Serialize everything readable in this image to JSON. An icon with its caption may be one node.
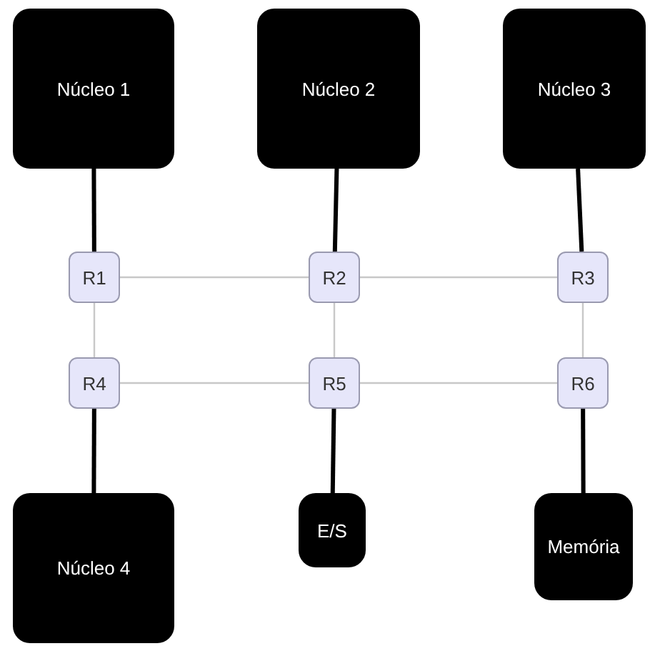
{
  "diagram": {
    "nodes": [
      {
        "text": [
          "Núcleo 1"
        ]
      },
      {
        "text": [
          "Núcleo 2"
        ]
      },
      {
        "text": [
          "Núcleo 3"
        ]
      },
      {
        "text": [
          "R1"
        ]
      },
      {
        "text": [
          "R2"
        ]
      },
      {
        "text": [
          "R3"
        ]
      },
      {
        "text": [
          "R4"
        ]
      },
      {
        "text": [
          "R5"
        ]
      },
      {
        "text": [
          "R6"
        ]
      },
      {
        "text": [
          "Núcleo 4"
        ]
      },
      {
        "text": [
          "E/S"
        ]
      },
      {
        "text": [
          "Memória"
        ]
      }
    ],
    "edges": [
      {
        "from": 0,
        "to": 3,
        "arrow": "none",
        "style": "thick",
        "color": "#000000"
      },
      {
        "from": 1,
        "to": 4,
        "arrow": "none",
        "style": "thick",
        "color": "#000000"
      },
      {
        "from": 2,
        "to": 5,
        "arrow": "none",
        "style": "thick",
        "color": "#000000"
      },
      {
        "from": 3,
        "to": 4,
        "arrow": "none"
      },
      {
        "from": 4,
        "to": 5,
        "arrow": "none"
      },
      {
        "from": 3,
        "to": 6,
        "arrow": "none"
      },
      {
        "from": 4,
        "to": 7,
        "arrow": "none"
      },
      {
        "from": 5,
        "to": 8,
        "arrow": "none"
      },
      {
        "from": 6,
        "to": 7,
        "arrow": "none"
      },
      {
        "from": 7,
        "to": 8,
        "arrow": "none"
      },
      {
        "from": 6,
        "to": 9,
        "arrow": "none",
        "style": "thick",
        "color": "#000000"
      },
      {
        "from": 7,
        "to": 10,
        "arrow": "none",
        "style": "thick",
        "color": "#000000"
      },
      {
        "from": 8,
        "to": 11,
        "arrow": "none",
        "style": "thick",
        "color": "#000000"
      }
    ]
  }
}
